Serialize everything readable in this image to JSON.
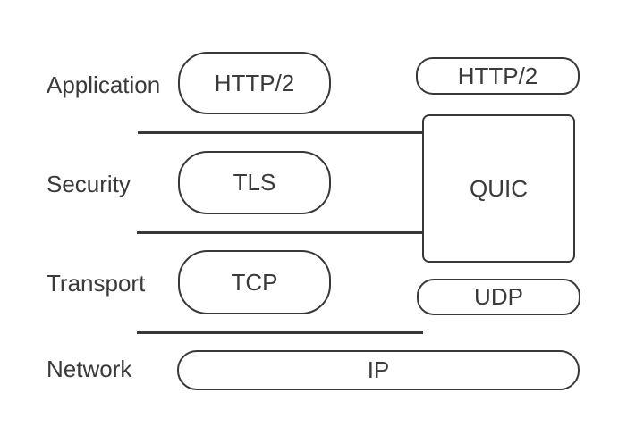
{
  "diagram": {
    "background_color": "#ffffff",
    "stroke_color": "#383838",
    "text_color": "#3a3a3a",
    "layer_labels": [
      {
        "label": "Application"
      },
      {
        "label": "Security"
      },
      {
        "label": "Transport"
      },
      {
        "label": "Network"
      }
    ],
    "tcp_stack": [
      {
        "label": "HTTP/2"
      },
      {
        "label": "TLS"
      },
      {
        "label": "TCP"
      }
    ],
    "quic_stack": [
      {
        "label": "HTTP/2"
      },
      {
        "label": "QUIC"
      },
      {
        "label": "UDP"
      }
    ],
    "shared_layer": {
      "label": "IP"
    }
  }
}
